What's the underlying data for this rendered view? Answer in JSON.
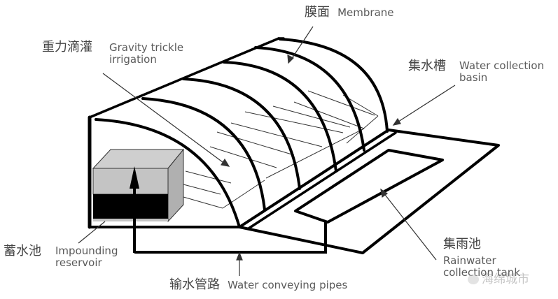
{
  "diagram": {
    "title": "Membrane rainwater harvesting and gravity trickle irrigation system",
    "labels": {
      "membrane": {
        "zh": "膜面",
        "en": "Membrane"
      },
      "gravity_irrigation": {
        "zh": "重力滴灌",
        "en_line1": "Gravity trickle",
        "en_line2": "irrigation"
      },
      "collection_basin": {
        "zh": "集水槽",
        "en_line1": "Water collection",
        "en_line2": "basin"
      },
      "impounding_reservoir": {
        "zh": "蓄水池",
        "en_line1": "Impounding",
        "en_line2": "reservoir"
      },
      "conveying_pipes": {
        "zh": "输水管路",
        "en": "Water conveying pipes"
      },
      "rainwater_tank": {
        "zh": "集雨池",
        "en_line1": "Rainwater",
        "en_line2": "collection tank"
      }
    },
    "watermark": {
      "text": "海绵城市"
    },
    "colors": {
      "line": "#000000",
      "reservoir_water": "#000000",
      "reservoir_empty": "#c4c4c4",
      "reservoir_top": "#cfcfcf",
      "reservoir_side": "#b0b0b0",
      "label_text": "#555555"
    }
  }
}
